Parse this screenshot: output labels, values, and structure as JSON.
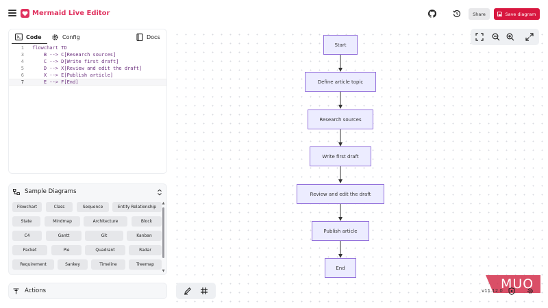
{
  "app": {
    "title": "Mermaid Live Editor"
  },
  "header": {
    "share_label": "Share",
    "save_label": "Save diagram"
  },
  "editor": {
    "tabs": {
      "code": "Code",
      "config": "Config",
      "docs": "Docs"
    },
    "lines": [
      {
        "no": "1",
        "text": "flowchart TD"
      },
      {
        "no": "3",
        "text": "    B --> C[Research sources]"
      },
      {
        "no": "4",
        "text": "    C --> D[Write first draft]"
      },
      {
        "no": "5",
        "text": "    D --> X[Review and edit the draft]"
      },
      {
        "no": "6",
        "text": "    X --> E[Publish article]"
      },
      {
        "no": "7",
        "text": "    E --> F[End]"
      }
    ]
  },
  "samples": {
    "title": "Sample Diagrams",
    "items": [
      "Flowchart",
      "Class",
      "Sequence",
      "Entity Relationship",
      "State",
      "Mindmap",
      "Architecture",
      "Block",
      "C4",
      "Gantt",
      "Git",
      "Kanban",
      "Packet",
      "Pie",
      "Quadrant",
      "Radar",
      "Requirement",
      "Sankey",
      "Timeline",
      "Treemap"
    ]
  },
  "actions": {
    "title": "Actions"
  },
  "diagram": {
    "nodes": [
      "Start",
      "Define article topic",
      "Research sources",
      "Write first draft",
      "Review and edit the draft",
      "Publish article",
      "End"
    ]
  },
  "footer": {
    "version": "v11.12.0",
    "watermark": "MUO"
  },
  "colors": {
    "brand": "#e0315e",
    "save": "#d8173f",
    "node_fill": "#ececff",
    "node_border": "#9370db"
  }
}
